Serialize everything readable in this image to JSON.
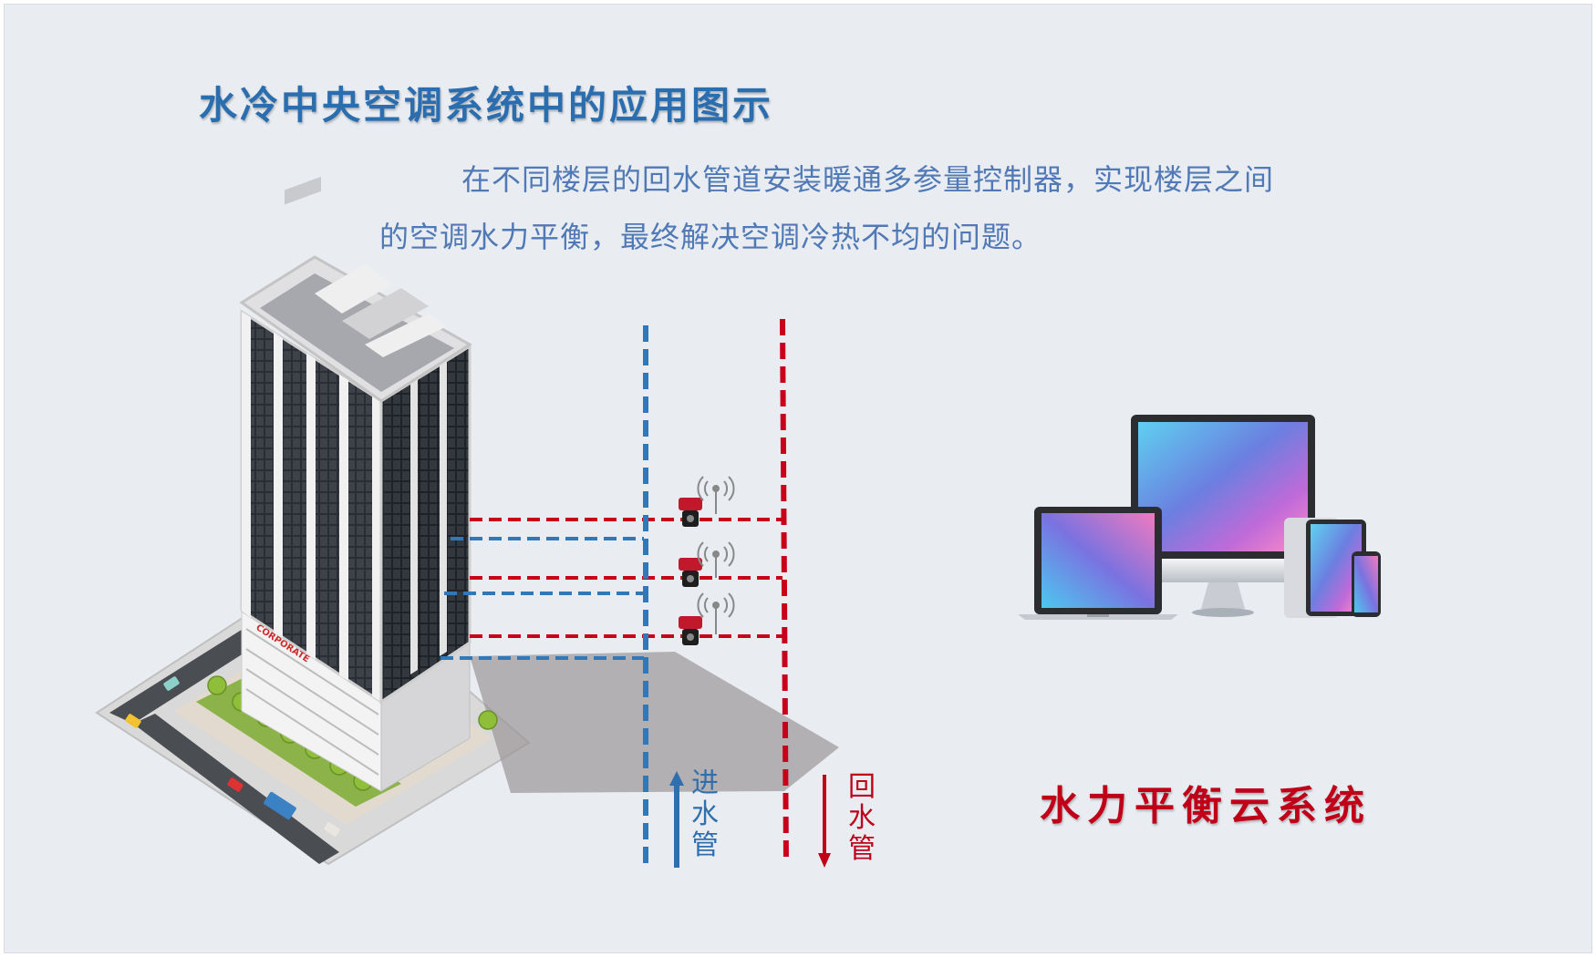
{
  "title": "水冷中央空调系统中的应用图示",
  "description": {
    "line1": "在不同楼层的回水管道安装暖通多参量控制器，实现楼层之间",
    "line2": "的空调水力平衡，最终解决空调冷热不均的问题。"
  },
  "building": {
    "sign_text": "CORPORATE",
    "image_name": "office-building-illustration"
  },
  "pipes": {
    "supply_label": "进水管",
    "return_label": "回水管",
    "supply_color": "#2f78ba",
    "return_color": "#c8001a",
    "controller_count": 3
  },
  "devices": {
    "icons": [
      "monitor-icon",
      "laptop-icon",
      "tablet-icon",
      "phone-icon"
    ]
  },
  "cloud_system": {
    "label": "水力平衡云系统"
  }
}
